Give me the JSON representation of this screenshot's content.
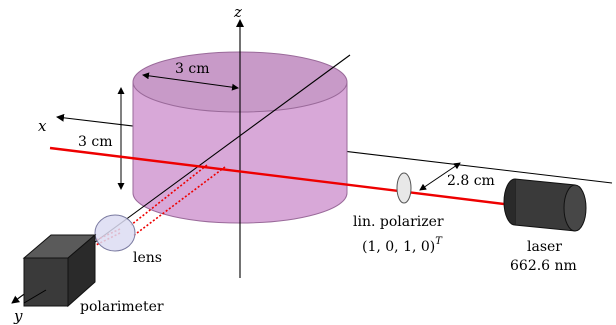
{
  "axes": {
    "x": "x",
    "y": "y",
    "z": "z"
  },
  "dimensions": {
    "cylinder_radius": "3 cm",
    "cylinder_height": "3 cm",
    "polarizer_to_beam": "2.8 cm"
  },
  "polarizer": {
    "label": "lin. polarizer",
    "stokes_vector": "(1, 0, 1, 0)",
    "stokes_superscript": "T"
  },
  "laser": {
    "label": "laser",
    "wavelength": "662.6 nm"
  },
  "lens": {
    "label": "lens"
  },
  "polarimeter": {
    "label": "polarimeter"
  },
  "colors": {
    "cylinder_fill": "#d8a8d8",
    "cylinder_top": "#c89ac8",
    "cylinder_stroke": "#9a6a9a",
    "beam": "#ee0000",
    "box_dark": "#3a3a3a",
    "lens_fill": "#dcdcf2"
  }
}
